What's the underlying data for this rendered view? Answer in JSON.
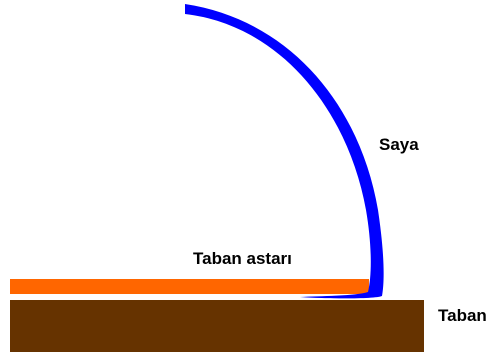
{
  "labels": {
    "upper": "Saya",
    "insole": "Taban astarı",
    "sole": "Taban"
  },
  "colors": {
    "upper": "#0000ff",
    "insole": "#ff6600",
    "sole": "#663300",
    "background": "#ffffff"
  }
}
